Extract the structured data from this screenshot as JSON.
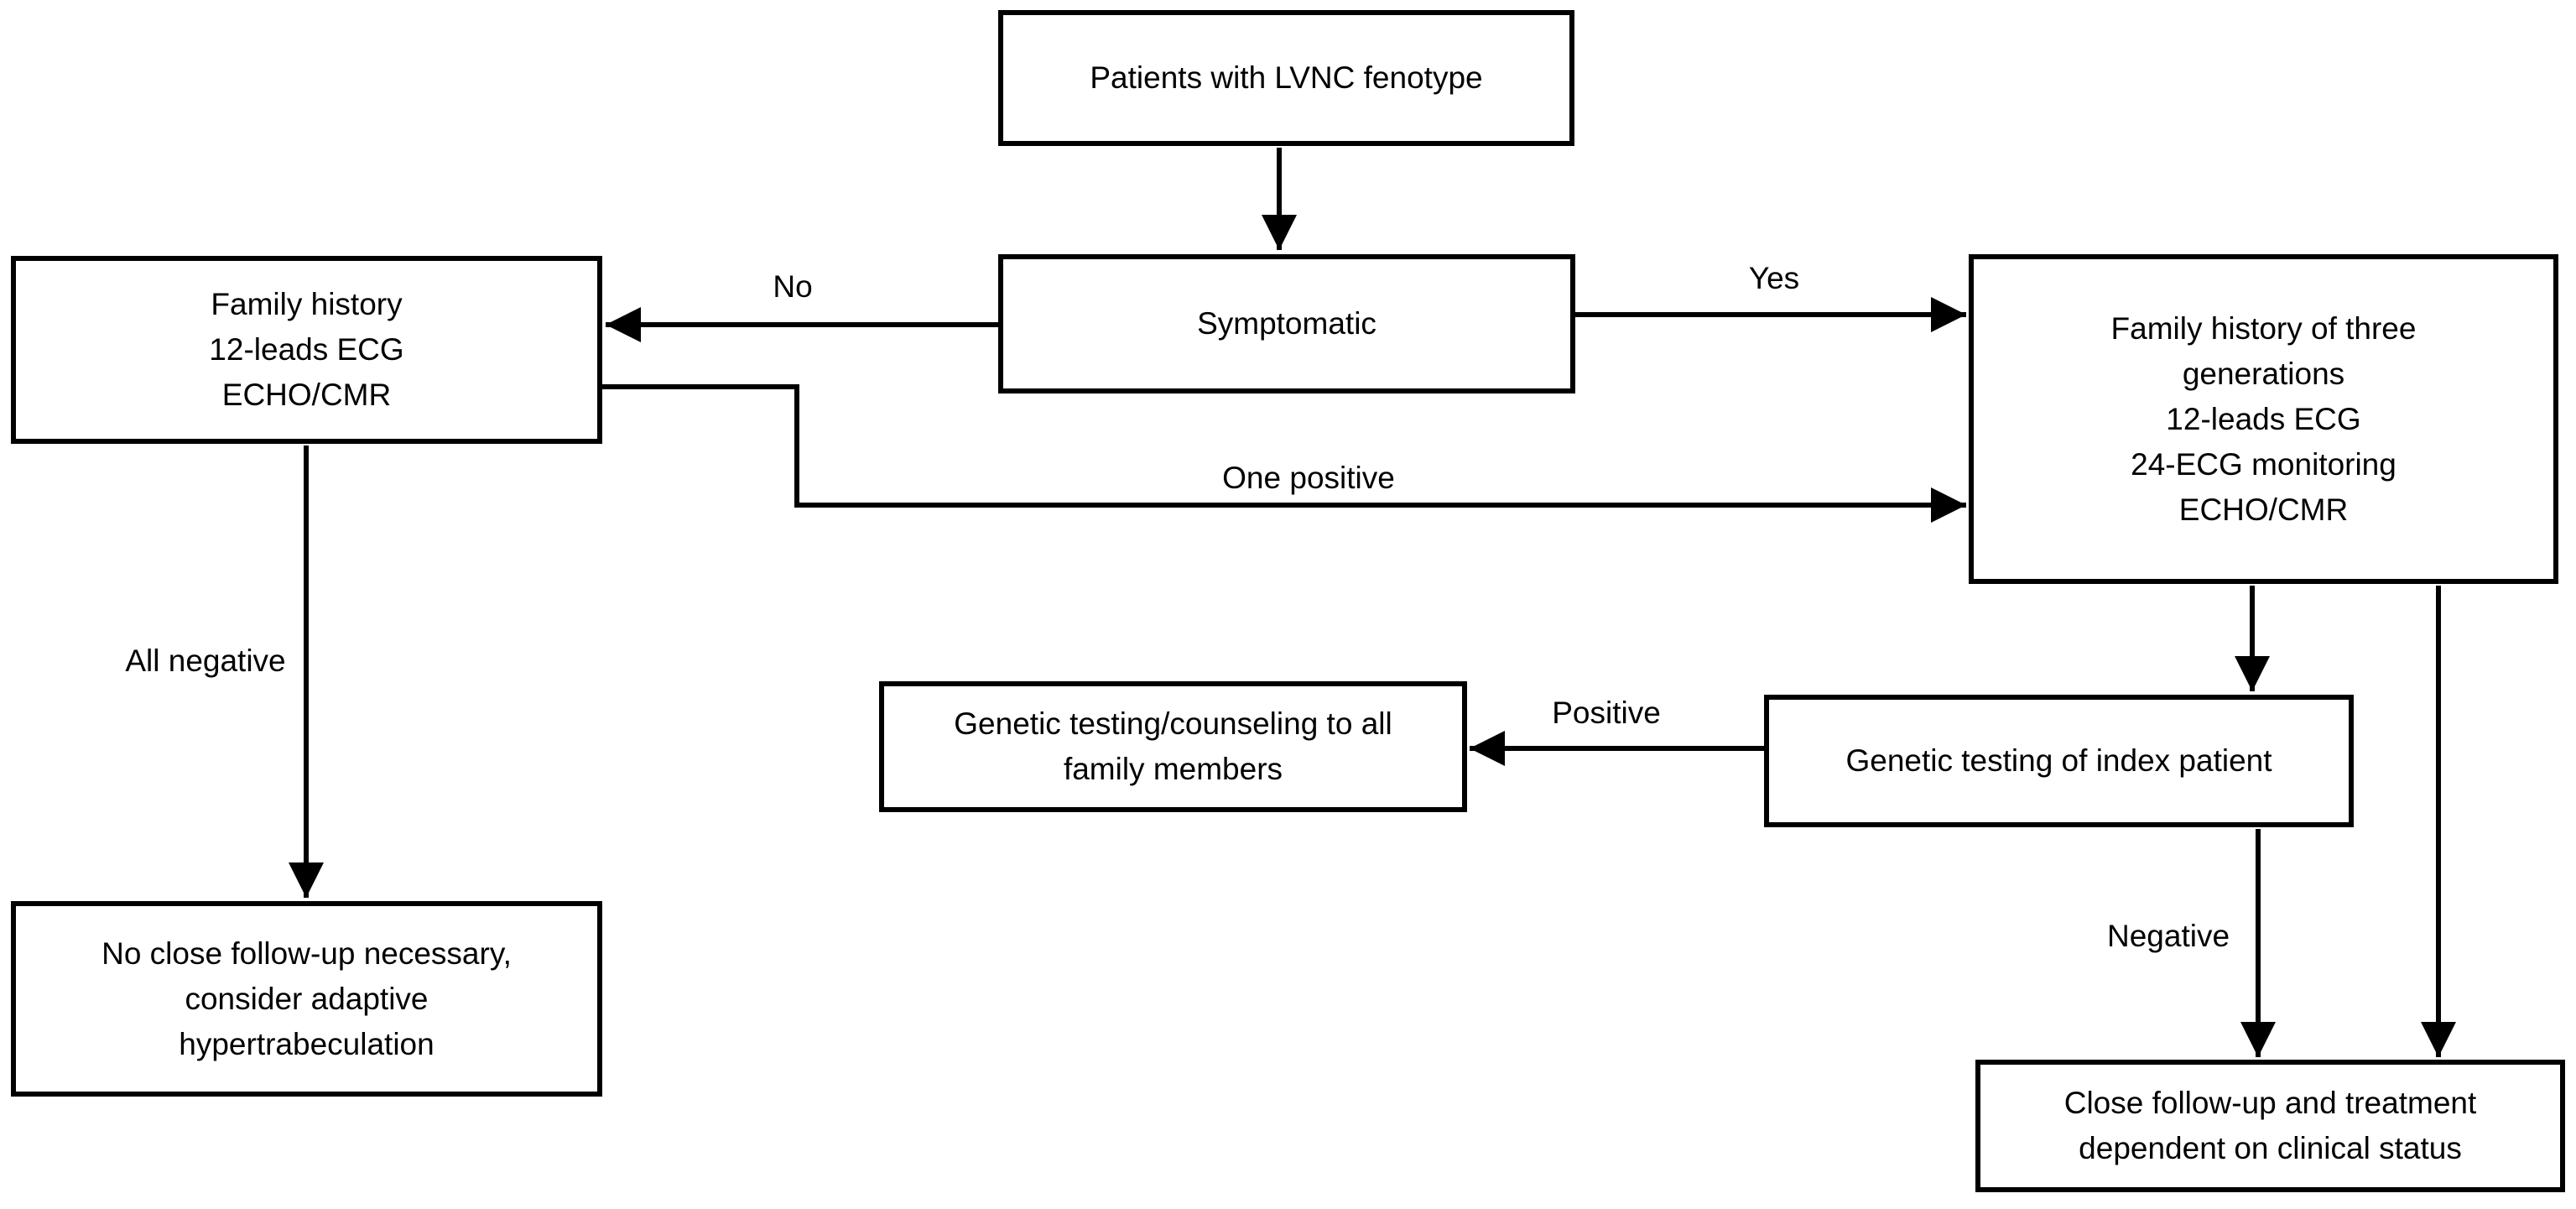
{
  "diagram": {
    "nodes": [
      {
        "id": "patients-lvnc",
        "lines": [
          "Patients with LVNC fenotype"
        ]
      },
      {
        "id": "symptomatic",
        "lines": [
          "Symptomatic"
        ]
      },
      {
        "id": "family-history-basic",
        "lines": [
          "Family history",
          "12-leads ECG",
          "ECHO/CMR"
        ]
      },
      {
        "id": "family-history-three-gen",
        "lines": [
          "Family history of three",
          "generations",
          "12-leads ECG",
          "24-ECG monitoring",
          "ECHO/CMR"
        ]
      },
      {
        "id": "genetic-counseling-family",
        "lines": [
          "Genetic testing/counseling to all",
          "family members"
        ]
      },
      {
        "id": "genetic-testing-index",
        "lines": [
          "Genetic testing of index patient"
        ]
      },
      {
        "id": "no-close-followup",
        "lines": [
          "No close follow-up necessary,",
          "consider adaptive",
          "hypertrabeculation"
        ]
      },
      {
        "id": "close-followup",
        "lines": [
          "Close follow-up and treatment",
          "dependent on clinical status"
        ]
      }
    ],
    "edge_labels": {
      "no": "No",
      "yes": "Yes",
      "one_positive": "One positive",
      "all_negative": "All negative",
      "positive": "Positive",
      "negative": "Negative"
    },
    "colors": {
      "line": "#000000",
      "background": "#ffffff"
    }
  }
}
